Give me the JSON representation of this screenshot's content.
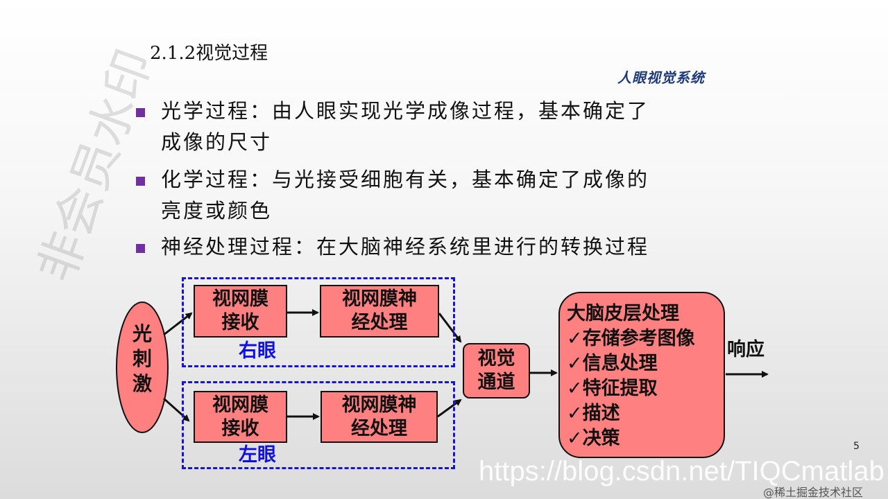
{
  "title": "2.1.2视觉过程",
  "subtitle": "人眼视觉系统",
  "bullets": [
    "光学过程：由人眼实现光学成像过程，基本确定了成像的尺寸",
    "化学过程：与光接受细胞有关，基本确定了成像的亮度或颜色",
    "神经处理过程：在大脑神经系统里进行的转换过程"
  ],
  "diagram": {
    "stimulus": "光刺激",
    "right_eye": {
      "label": "右眼",
      "receive": "视网膜接收",
      "neural": "视网膜神经处理"
    },
    "left_eye": {
      "label": "左眼",
      "receive": "视网膜接收",
      "neural": "视网膜神经处理"
    },
    "pathway": "视觉通道",
    "cortex": {
      "title": "大脑皮层处理",
      "items": [
        "✓存储参考图像",
        "✓信息处理",
        "✓特征提取",
        "✓描述",
        "✓决策"
      ]
    },
    "response": "响应"
  },
  "diagonal_watermark": "非会员水印",
  "page_number": "5",
  "watermark_url": "https://blog.csdn.net/TIQCmatlab",
  "watermark_source": "@稀土掘金技术社区",
  "colors": {
    "bullet": "#7030a0",
    "box_fill": "#ff8080",
    "eye_label": "#1010e0",
    "dashed": "#1515d0",
    "subtitle": "#1f3a7a"
  }
}
